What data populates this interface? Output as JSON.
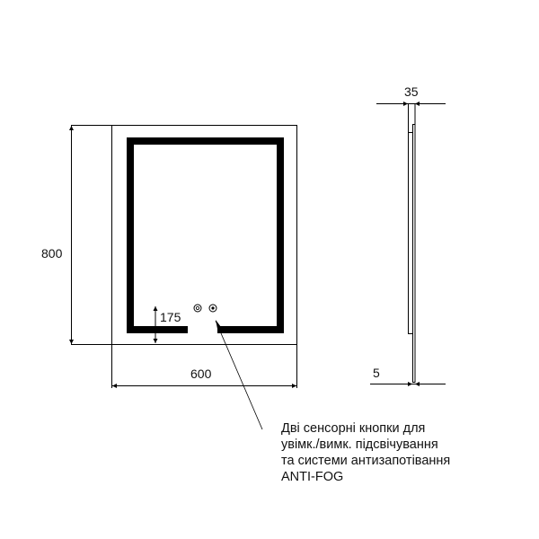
{
  "drawing": {
    "front_view": {
      "height_label": "800",
      "width_label": "600",
      "sensor_offset_label": "175",
      "sensor_buttons": [
        {
          "name": "light-toggle",
          "glyph": "power-icon"
        },
        {
          "name": "anti-fog-toggle",
          "glyph": "fog-icon"
        }
      ]
    },
    "side_view": {
      "depth_label": "35",
      "glass_label": "5"
    },
    "annotation": {
      "lines": [
        "Дві сенсорні кнопки для",
        "увімк./вимк. підсвічування",
        "та системи антизапотівання",
        "ANTI-FOG"
      ]
    },
    "colors": {
      "line": "#000000",
      "led": "#000000",
      "background": "#ffffff"
    }
  }
}
